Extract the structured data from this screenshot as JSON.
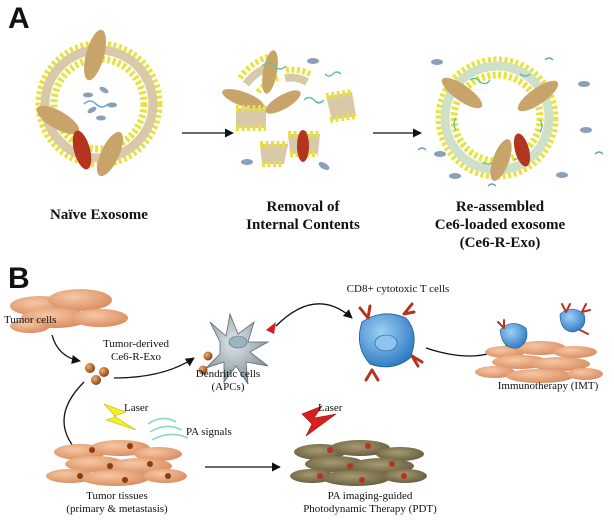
{
  "panels": {
    "a_label": "A",
    "b_label": "B"
  },
  "panel_a": {
    "stage1": "Naïve Exosome",
    "stage2_line1": "Removal of",
    "stage2_line2": "Internal Contents",
    "stage3_line1": "Re-assembled",
    "stage3_line2": "Ce6-loaded exosome",
    "stage3_line3": "(Ce6-R-Exo)"
  },
  "panel_b": {
    "tumor_cells": "Tumor cells",
    "tumor_derived_line1": "Tumor-derived",
    "tumor_derived_line2": "Ce6-R-Exo",
    "dendritic_line1": "Dendritic cells",
    "dendritic_line2": "(APCs)",
    "cd8": "CD8+ cytotoxic T cells",
    "imt": "Immunotherapy (IMT)",
    "laser1": "Laser",
    "pa_signals": "PA signals",
    "laser2": "Laser",
    "tumor_tissues_line1": "Tumor tissues",
    "tumor_tissues_line2": "(primary & metastasis)",
    "pdt_line1": "PA imaging-guided",
    "pdt_line2": "Photodynamic Therapy (PDT)"
  },
  "colors": {
    "lipid_head": "#e8e23a",
    "protein": "#c9a46a",
    "red_protein": "#b3341f",
    "tumor_cell": "#e8a27a",
    "t_cell": "#4a9ad8",
    "laser_yellow": "#f5ee2a",
    "laser_red": "#d81e1e"
  }
}
